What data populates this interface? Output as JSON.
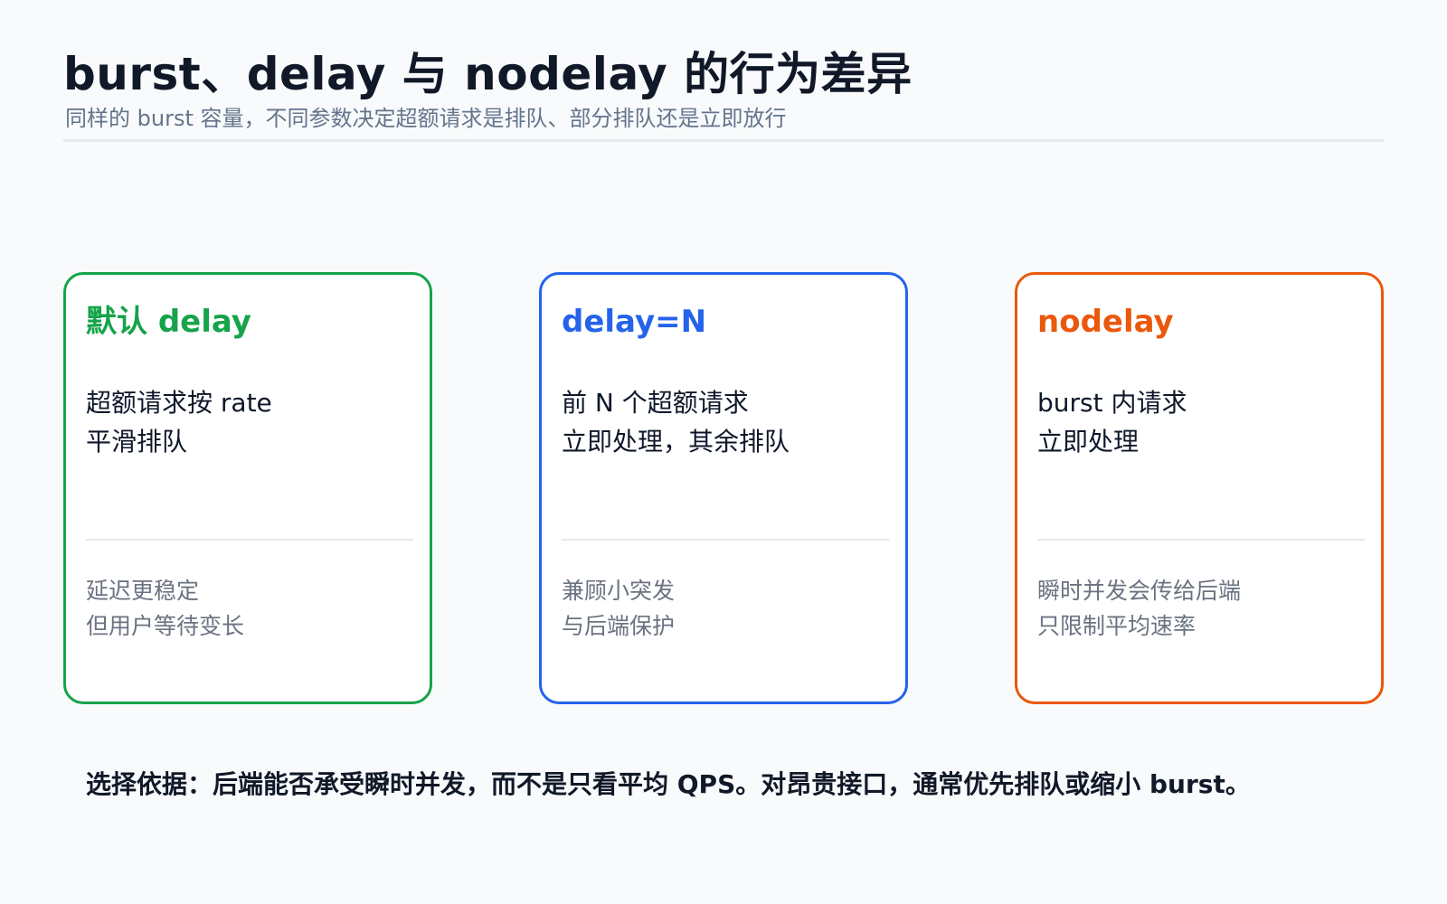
{
  "header": {
    "title": "burst、delay 与 nodelay 的行为差异",
    "subtitle": "同样的 burst 容量，不同参数决定超额请求是排队、部分排队还是立即放行"
  },
  "cards": [
    {
      "title": "默认 delay",
      "accent_color": "#16a34a",
      "body_lines": [
        "超额请求按 rate",
        "平滑排队"
      ],
      "note_lines": [
        "延迟更稳定",
        "但用户等待变长"
      ]
    },
    {
      "title": "delay=N",
      "accent_color": "#2563eb",
      "body_lines": [
        "前 N 个超额请求",
        "立即处理，其余排队"
      ],
      "note_lines": [
        "兼顾小突发",
        "与后端保护"
      ]
    },
    {
      "title": "nodelay",
      "accent_color": "#ea580c",
      "body_lines": [
        "burst 内请求",
        "立即处理"
      ],
      "note_lines": [
        "瞬时并发会传给后端",
        "只限制平均速率"
      ]
    }
  ],
  "footer": {
    "note": "选择依据：后端能否承受瞬时并发，而不是只看平均 QPS。对昂贵接口，通常优先排队或缩小 burst。"
  }
}
